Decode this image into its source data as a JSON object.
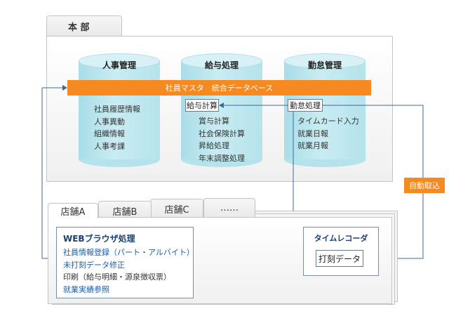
{
  "hq": {
    "tab_label": "本 部",
    "databases": [
      {
        "title": "人事管理",
        "items": [
          "社員履歴情報",
          "人事異動",
          "組織情報",
          "人事考課"
        ]
      },
      {
        "title": "給与処理",
        "box_label": "給与計算",
        "items": [
          "賞与計算",
          "社会保険計算",
          "昇給処理",
          "年末調整処理"
        ]
      },
      {
        "title": "勤怠管理",
        "box_label": "勤怠処理",
        "items": [
          "タイムカード入力",
          "就業日報",
          "就業月報"
        ]
      }
    ],
    "banner": "社員マスタ　統合データベース"
  },
  "auto_import_label": "自動取込",
  "stores": {
    "tabs": [
      "店舗A",
      "店舗B",
      "店舗C",
      "……"
    ]
  },
  "web_browser": {
    "title": "WEBブラウザ処理",
    "items": [
      {
        "label": "社員情報登録（パート・アルバイト）",
        "link": true
      },
      {
        "label": "未打刻データ修正",
        "link": true
      },
      {
        "label": "印刷（給与明細・源泉徴収票）",
        "link": false
      },
      {
        "label": "就業実績参照",
        "link": true
      }
    ]
  },
  "time_recorder": {
    "title": "タイムレコーダ",
    "box_label": "打刻データ"
  },
  "colors": {
    "orange": "#f6891f",
    "line_blue": "#3a6a9a",
    "cyl_blue": "#b5e3ec",
    "link_blue": "#1b5fa8"
  }
}
